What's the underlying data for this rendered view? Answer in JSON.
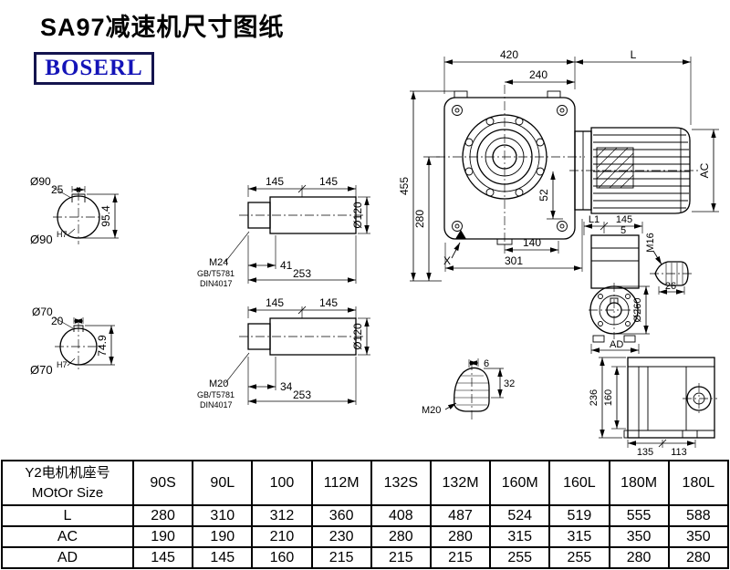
{
  "title": "SA97减速机尺寸图纸",
  "logo": {
    "text": "BOSERL"
  },
  "main_view": {
    "top_width": "420",
    "motor_length": "L",
    "flange_width": "240",
    "total_height": "455",
    "axis_height": "280",
    "step_height": "52",
    "motor_diameter": "AC",
    "foot_offset": "140",
    "base_length": "301",
    "section_marker": "X"
  },
  "bore_view_1": {
    "diameter": "Ø90",
    "key_width": "25",
    "keyway_height": "95.4",
    "fit_dia": "Ø90",
    "fit_tol": "H7"
  },
  "bore_view_2": {
    "diameter": "Ø70",
    "key_width": "20",
    "keyway_height": "74.9",
    "fit_dia": "Ø70",
    "fit_tol": "H7"
  },
  "shaft_view_1": {
    "seg_a": "145",
    "seg_b": "145",
    "diameter": "Ø120",
    "thread": "M24",
    "standard_1": "GB/T5781",
    "standard_2": "DIN4017",
    "thread_depth": "41",
    "total_length": "253"
  },
  "shaft_view_2": {
    "seg_a": "145",
    "seg_b": "145",
    "diameter": "Ø120",
    "thread": "M20",
    "standard_1": "GB/T5781",
    "standard_2": "DIN4017",
    "thread_depth": "34",
    "total_length": "253"
  },
  "side_view": {
    "dim_l1": "L1",
    "dim_145": "145",
    "dim_5": "5",
    "thread": "M16",
    "flange_diameter": "Ø260",
    "dim_26": "26",
    "dim_ad": "AD"
  },
  "shaft_end_view": {
    "thread": "M20",
    "key_width": "6",
    "length": "32"
  },
  "rear_view": {
    "height_total": "236",
    "height_inner": "160",
    "foot_a": "135",
    "foot_b": "113"
  },
  "table": {
    "header_cn": "Y2电机机座号",
    "header_en": "MOtOr Size",
    "motor_sizes": [
      "90S",
      "90L",
      "100",
      "112M",
      "132S",
      "132M",
      "160M",
      "160L",
      "180M",
      "180L"
    ],
    "rows": [
      {
        "label": "L",
        "values": [
          "280",
          "310",
          "312",
          "360",
          "408",
          "487",
          "524",
          "519",
          "555",
          "588"
        ]
      },
      {
        "label": "AC",
        "values": [
          "190",
          "190",
          "210",
          "230",
          "280",
          "280",
          "315",
          "315",
          "350",
          "350"
        ]
      },
      {
        "label": "AD",
        "values": [
          "145",
          "145",
          "160",
          "215",
          "215",
          "215",
          "255",
          "255",
          "280",
          "280"
        ]
      }
    ]
  }
}
